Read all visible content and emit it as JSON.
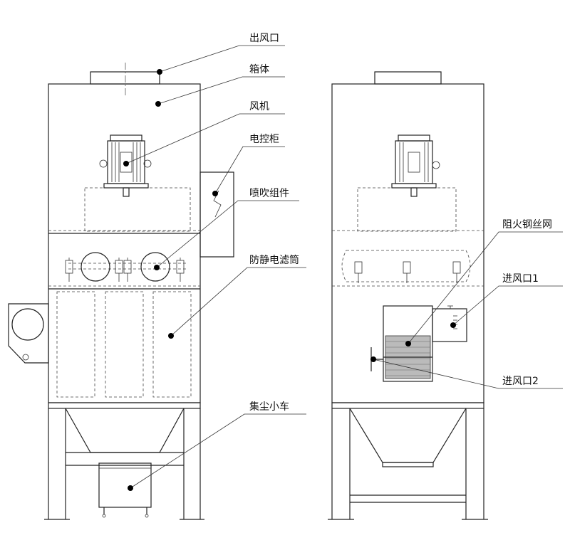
{
  "labels": {
    "outlet": "出风口",
    "cabinet": "箱体",
    "fan": "风机",
    "control_box": "电控柜",
    "blowing": "喷吹组件",
    "filter": "防静电滤筒",
    "dust_cart": "集尘小车",
    "flame_mesh": "阻火钢丝网",
    "inlet_1": "进风口1",
    "inlet_2": "进风口2"
  }
}
